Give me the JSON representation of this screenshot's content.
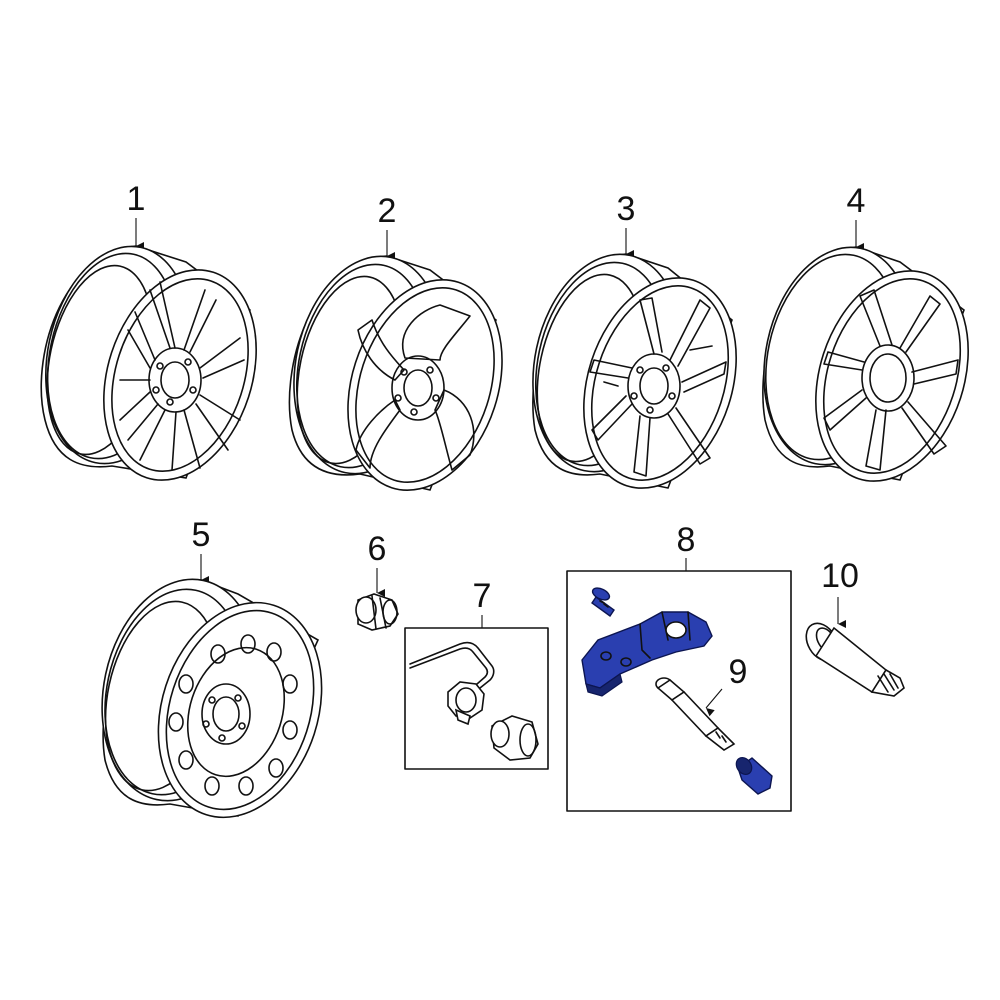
{
  "callouts": [
    {
      "id": "1",
      "label": "1"
    },
    {
      "id": "2",
      "label": "2"
    },
    {
      "id": "3",
      "label": "3"
    },
    {
      "id": "4",
      "label": "4"
    },
    {
      "id": "5",
      "label": "5"
    },
    {
      "id": "6",
      "label": "6"
    },
    {
      "id": "7",
      "label": "7"
    },
    {
      "id": "8",
      "label": "8"
    },
    {
      "id": "9",
      "label": "9"
    },
    {
      "id": "10",
      "label": "10"
    }
  ],
  "colors": {
    "line": "#111111",
    "background": "#ffffff",
    "highlight": "#2a3fb0"
  }
}
